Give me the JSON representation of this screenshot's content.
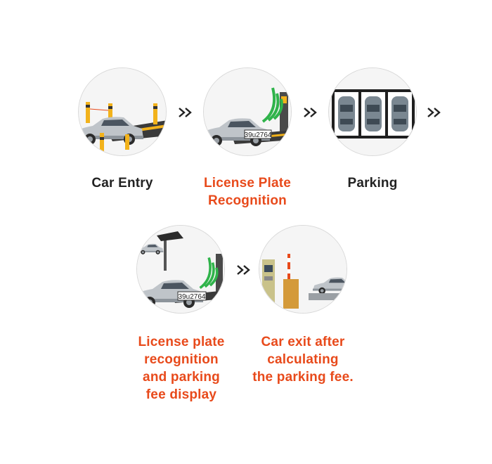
{
  "colors": {
    "highlight": "#e84a1b",
    "text": "#222222",
    "signal": "#2fb34a",
    "barrier": "#f2b21b"
  },
  "steps": [
    {
      "id": "car-entry",
      "label_lines": [
        "Car Entry"
      ],
      "highlight": false
    },
    {
      "id": "plate-recognition",
      "label_lines": [
        "License Plate",
        "Recognition"
      ],
      "highlight": true,
      "plate": "39u2764"
    },
    {
      "id": "parking",
      "label_lines": [
        "Parking"
      ],
      "highlight": false
    },
    {
      "id": "plate-fee-display",
      "label_lines": [
        "License plate",
        "recognition",
        "and parking",
        "fee display"
      ],
      "highlight": true,
      "plate": "39u2764"
    },
    {
      "id": "car-exit",
      "label_lines": [
        "Car exit after",
        "calculating",
        "the parking fee."
      ],
      "highlight": true
    }
  ],
  "connectors": [
    "chevron-right-double-icon",
    "chevron-right-double-icon",
    "chevron-right-double-icon",
    "chevron-right-double-icon"
  ]
}
